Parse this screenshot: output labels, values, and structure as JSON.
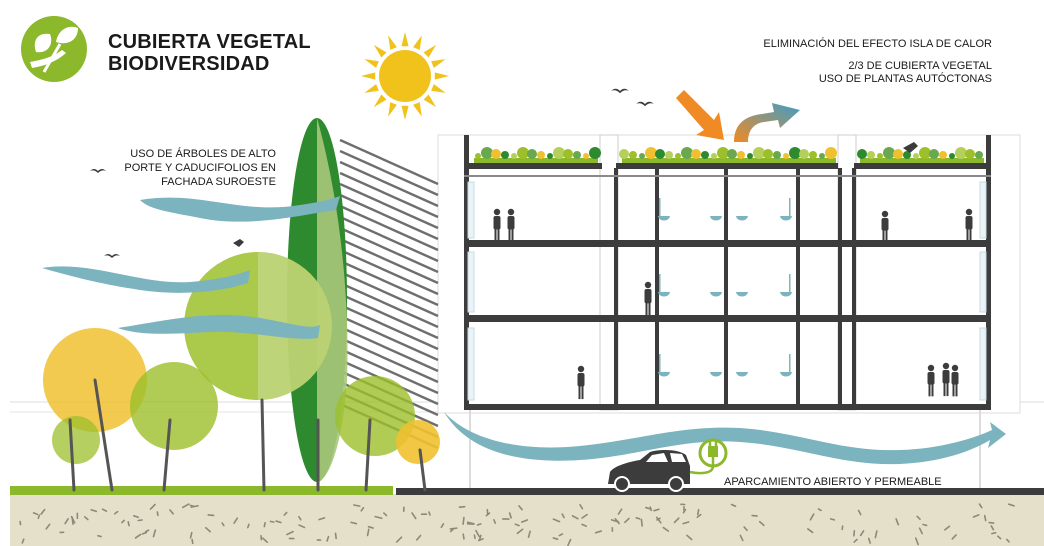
{
  "header": {
    "title_line1": "CUBIERTA VEGETAL",
    "title_line2": "BIODIVERSIDAD",
    "logo_icon": "leaf-logo-icon"
  },
  "labels": {
    "heat_island": "ELIMINACIÓN DEL EFECTO ISLA DE CALOR",
    "green_roof_line1": "2/3 DE CUBIERTA VEGETAL",
    "green_roof_line2": "USO DE PLANTAS AUTÓCTONAS",
    "trees_line1": "USO DE ÁRBOLES DE ALTO",
    "trees_line2": "PORTE Y CADUCIFOLIOS EN",
    "trees_line3": "FACHADA SUROESTE",
    "parking": "APARCAMIENTO ABIERTO Y PERMEABLE"
  },
  "colors": {
    "logo_green": "#8cb82b",
    "sun": "#f0c21b",
    "wind": "#7bb3be",
    "grass": "#8cb82b",
    "soil": "#e5e0c9",
    "structure": "#3c3c3c",
    "tree_dark": "#2e8a2e",
    "tree_lime": "#9cbf2b",
    "tree_yellow": "#efc130"
  },
  "icons": [
    "sun-icon",
    "bird-icon",
    "car-icon",
    "ev-charger-icon",
    "person-icon",
    "washbasin-icon",
    "heat-arrow-icon"
  ]
}
